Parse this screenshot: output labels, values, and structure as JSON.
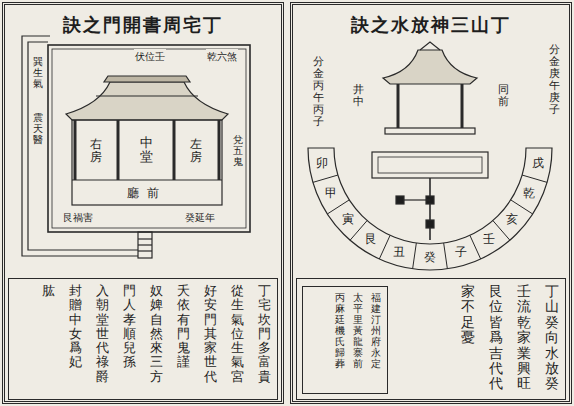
{
  "diagram": {
    "nodes": [
      {
        "text": [
          "丁宅周書開門之訣"
        ]
      },
      {
        "text": [
          "右房"
        ],
        "in": 0
      },
      {
        "text": [
          "中堂"
        ],
        "in": 0
      },
      {
        "text": [
          "左房"
        ],
        "in": 0
      },
      {
        "text": [
          "前廳"
        ],
        "in": 0
      },
      {
        "text": [
          "丁宅坎門多富貴",
          "從生氣位生氣宮",
          "好安門其家世代",
          "夭依有門鬼謹",
          "奴婢自然來三方",
          "門人孝順兒孫",
          "入朝堂世代祿爵",
          "封贈中女爲妃",
          "肱"
        ],
        "in": 0
      },
      {
        "text": [
          "丁山三神放水之訣"
        ]
      },
      {
        "text": [
          "丁山癸向水放癸",
          "壬流乾家業興旺",
          "艮位皆爲吉代代",
          "家不足憂"
        ],
        "in": 6
      },
      {
        "text": [
          "福建汀州府永定",
          "太平里黃龍寨前",
          "丙麻廷機氏歸葬"
        ],
        "in": 7
      }
    ],
    "labels": [
      "伏位壬",
      "乾六煞",
      "巽生氣",
      "震天醫",
      "艮禍害",
      "兌五鬼",
      "癸延年",
      "分金丙午丙子",
      "井中",
      "同前",
      "分金庚午庚子",
      "卯",
      "甲",
      "寅",
      "艮",
      "丑",
      "癸",
      "子",
      "壬",
      "亥",
      "乾",
      "戌"
    ]
  }
}
